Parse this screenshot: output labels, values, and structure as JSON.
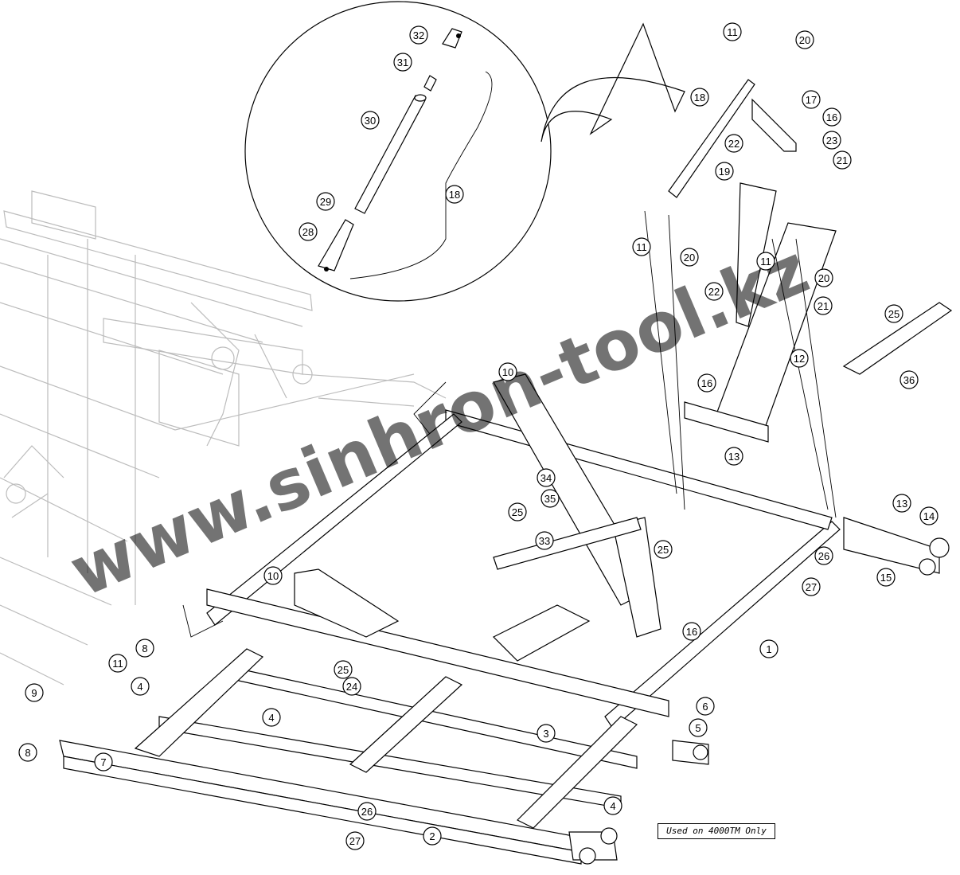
{
  "callouts": [
    "1",
    "2",
    "3",
    "4",
    "4",
    "4",
    "5",
    "6",
    "7",
    "8",
    "8",
    "9",
    "10",
    "10",
    "11",
    "11",
    "11",
    "11",
    "12",
    "13",
    "13",
    "14",
    "15",
    "16",
    "16",
    "16",
    "17",
    "18",
    "18",
    "19",
    "20",
    "20",
    "20",
    "21",
    "21",
    "22",
    "22",
    "23",
    "24",
    "25",
    "25",
    "25",
    "25",
    "26",
    "26",
    "27",
    "27",
    "28",
    "29",
    "30",
    "31",
    "32",
    "33",
    "34",
    "35",
    "36"
  ],
  "note": "Used on 4000TM Only",
  "watermark": "www.sinhron-tool.kz"
}
